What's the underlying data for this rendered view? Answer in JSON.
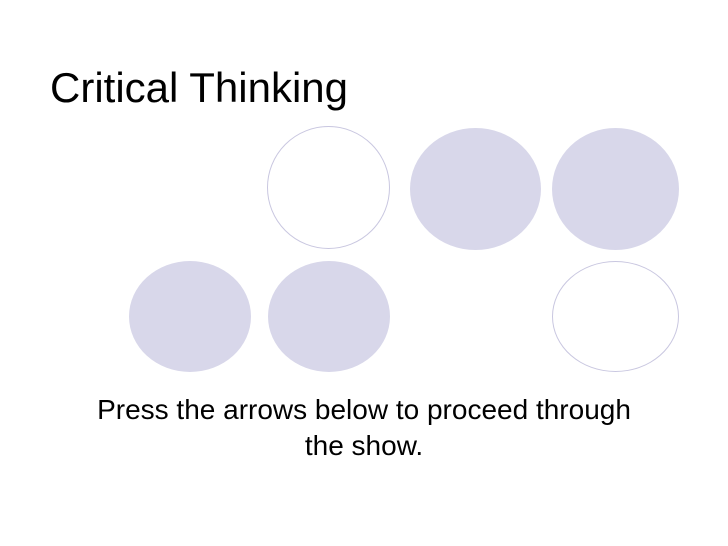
{
  "slide": {
    "title": "Critical Thinking",
    "body": "Press the arrows below to proceed through the show.",
    "background_color": "#ffffff",
    "title_color": "#000000",
    "body_color": "#000000"
  },
  "decoration": {
    "accent_fill_color": "#d8d7ea",
    "accent_outline_color": "#c9c7e0",
    "circles": [
      {
        "id": "circle-1",
        "style": "outlined",
        "row": 1,
        "column": 1
      },
      {
        "id": "circle-2",
        "style": "filled",
        "row": 1,
        "column": 2
      },
      {
        "id": "circle-3",
        "style": "filled",
        "row": 1,
        "column": 3
      },
      {
        "id": "circle-4",
        "style": "filled",
        "row": 2,
        "column": 1
      },
      {
        "id": "circle-5",
        "style": "filled",
        "row": 2,
        "column": 2
      },
      {
        "id": "circle-6",
        "style": "outlined",
        "row": 2,
        "column": 4
      }
    ]
  }
}
